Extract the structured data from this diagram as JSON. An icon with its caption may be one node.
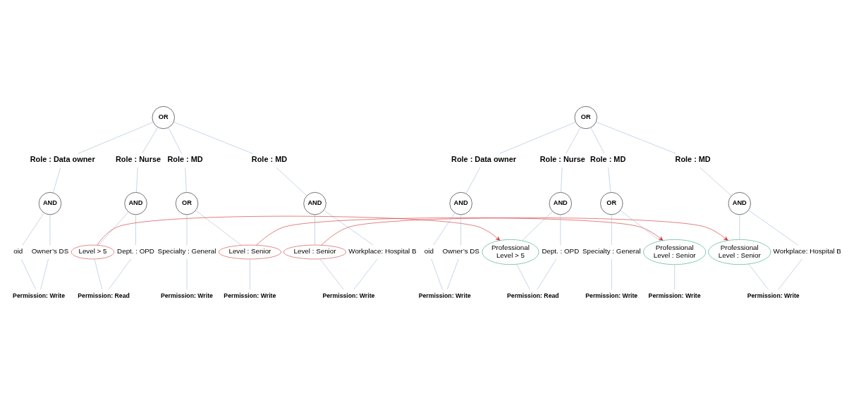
{
  "diagram": {
    "nodes": [
      {
        "text": [
          "OR"
        ]
      },
      {
        "text": [
          "Role : Data owner"
        ]
      },
      {
        "text": [
          "Role : Nurse"
        ]
      },
      {
        "text": [
          "Role : MD"
        ]
      },
      {
        "text": [
          "Role : MD"
        ]
      },
      {
        "text": [
          "AND"
        ]
      },
      {
        "text": [
          "AND"
        ]
      },
      {
        "text": [
          "OR"
        ]
      },
      {
        "text": [
          "AND"
        ]
      },
      {
        "text": [
          "oid"
        ]
      },
      {
        "text": [
          "Owner’s DS"
        ]
      },
      {
        "text": [
          "Level > 5"
        ]
      },
      {
        "text": [
          "Dept. : OPD"
        ]
      },
      {
        "text": [
          "Specialty : General"
        ]
      },
      {
        "text": [
          "Level : Senior"
        ]
      },
      {
        "text": [
          "Level : Senior"
        ]
      },
      {
        "text": [
          "Workplace: Hospital B"
        ]
      },
      {
        "text": [
          "Permission: Write"
        ]
      },
      {
        "text": [
          "Permission: Read"
        ]
      },
      {
        "text": [
          "Permission: Write"
        ]
      },
      {
        "text": [
          "Permission: Write"
        ]
      },
      {
        "text": [
          "Permission: Write"
        ]
      },
      {
        "text": [
          "OR"
        ]
      },
      {
        "text": [
          "Role : Data owner"
        ]
      },
      {
        "text": [
          "Role : Nurse"
        ]
      },
      {
        "text": [
          "Role : MD"
        ]
      },
      {
        "text": [
          "Role : MD"
        ]
      },
      {
        "text": [
          "AND"
        ]
      },
      {
        "text": [
          "AND"
        ]
      },
      {
        "text": [
          "OR"
        ]
      },
      {
        "text": [
          "AND"
        ]
      },
      {
        "text": [
          "oid"
        ]
      },
      {
        "text": [
          "Owner’s DS"
        ]
      },
      {
        "text": [
          "Professional Level > 5"
        ]
      },
      {
        "text": [
          "Dept. : OPD"
        ]
      },
      {
        "text": [
          "Specialty : General"
        ]
      },
      {
        "text": [
          "Professional Level : Senior"
        ]
      },
      {
        "text": [
          "Professional Level : Senior"
        ]
      },
      {
        "text": [
          "Workplace: Hospital B"
        ]
      },
      {
        "text": [
          "Permission: Write"
        ]
      },
      {
        "text": [
          "Permission: Read"
        ]
      },
      {
        "text": [
          "Permission: Write"
        ]
      },
      {
        "text": [
          "Permission: Write"
        ]
      },
      {
        "text": [
          "Permission: Write"
        ]
      }
    ],
    "edges": [
      {
        "from": 0,
        "to": 1,
        "arrow": "none"
      },
      {
        "from": 0,
        "to": 2,
        "arrow": "none"
      },
      {
        "from": 0,
        "to": 3,
        "arrow": "none"
      },
      {
        "from": 0,
        "to": 4,
        "arrow": "none"
      },
      {
        "from": 1,
        "to": 5,
        "arrow": "none"
      },
      {
        "from": 2,
        "to": 6,
        "arrow": "none"
      },
      {
        "from": 3,
        "to": 7,
        "arrow": "none"
      },
      {
        "from": 4,
        "to": 8,
        "arrow": "none"
      },
      {
        "from": 5,
        "to": 9,
        "arrow": "none"
      },
      {
        "from": 5,
        "to": 10,
        "arrow": "none"
      },
      {
        "from": 6,
        "to": 11,
        "arrow": "none"
      },
      {
        "from": 6,
        "to": 12,
        "arrow": "none"
      },
      {
        "from": 7,
        "to": 13,
        "arrow": "none"
      },
      {
        "from": 7,
        "to": 14,
        "arrow": "none"
      },
      {
        "from": 8,
        "to": 15,
        "arrow": "none"
      },
      {
        "from": 8,
        "to": 16,
        "arrow": "none"
      },
      {
        "from": 9,
        "to": 17,
        "arrow": "none"
      },
      {
        "from": 10,
        "to": 17,
        "arrow": "none"
      },
      {
        "from": 11,
        "to": 18,
        "arrow": "none"
      },
      {
        "from": 12,
        "to": 18,
        "arrow": "none"
      },
      {
        "from": 13,
        "to": 19,
        "arrow": "none"
      },
      {
        "from": 14,
        "to": 20,
        "arrow": "none"
      },
      {
        "from": 15,
        "to": 21,
        "arrow": "none"
      },
      {
        "from": 16,
        "to": 21,
        "arrow": "none"
      },
      {
        "from": 22,
        "to": 23,
        "arrow": "none"
      },
      {
        "from": 22,
        "to": 24,
        "arrow": "none"
      },
      {
        "from": 22,
        "to": 25,
        "arrow": "none"
      },
      {
        "from": 22,
        "to": 26,
        "arrow": "none"
      },
      {
        "from": 23,
        "to": 27,
        "arrow": "none"
      },
      {
        "from": 24,
        "to": 28,
        "arrow": "none"
      },
      {
        "from": 25,
        "to": 29,
        "arrow": "none"
      },
      {
        "from": 26,
        "to": 30,
        "arrow": "none"
      },
      {
        "from": 27,
        "to": 31,
        "arrow": "none"
      },
      {
        "from": 27,
        "to": 32,
        "arrow": "none"
      },
      {
        "from": 28,
        "to": 33,
        "arrow": "none"
      },
      {
        "from": 28,
        "to": 34,
        "arrow": "none"
      },
      {
        "from": 29,
        "to": 35,
        "arrow": "none"
      },
      {
        "from": 29,
        "to": 36,
        "arrow": "none"
      },
      {
        "from": 30,
        "to": 37,
        "arrow": "none"
      },
      {
        "from": 30,
        "to": 38,
        "arrow": "none"
      },
      {
        "from": 31,
        "to": 39,
        "arrow": "none"
      },
      {
        "from": 32,
        "to": 39,
        "arrow": "none"
      },
      {
        "from": 33,
        "to": 40,
        "arrow": "none"
      },
      {
        "from": 34,
        "to": 40,
        "arrow": "none"
      },
      {
        "from": 35,
        "to": 41,
        "arrow": "none"
      },
      {
        "from": 36,
        "to": 42,
        "arrow": "none"
      },
      {
        "from": 37,
        "to": 43,
        "arrow": "none"
      },
      {
        "from": 38,
        "to": 43,
        "arrow": "none"
      },
      {
        "from": 14,
        "to": 36,
        "arrow": "to",
        "color": "#d42a2a"
      },
      {
        "from": 11,
        "to": 33,
        "arrow": "to",
        "color": "#d42a2a"
      },
      {
        "from": 15,
        "to": 37,
        "arrow": "to",
        "color": "#d42a2a"
      }
    ]
  }
}
